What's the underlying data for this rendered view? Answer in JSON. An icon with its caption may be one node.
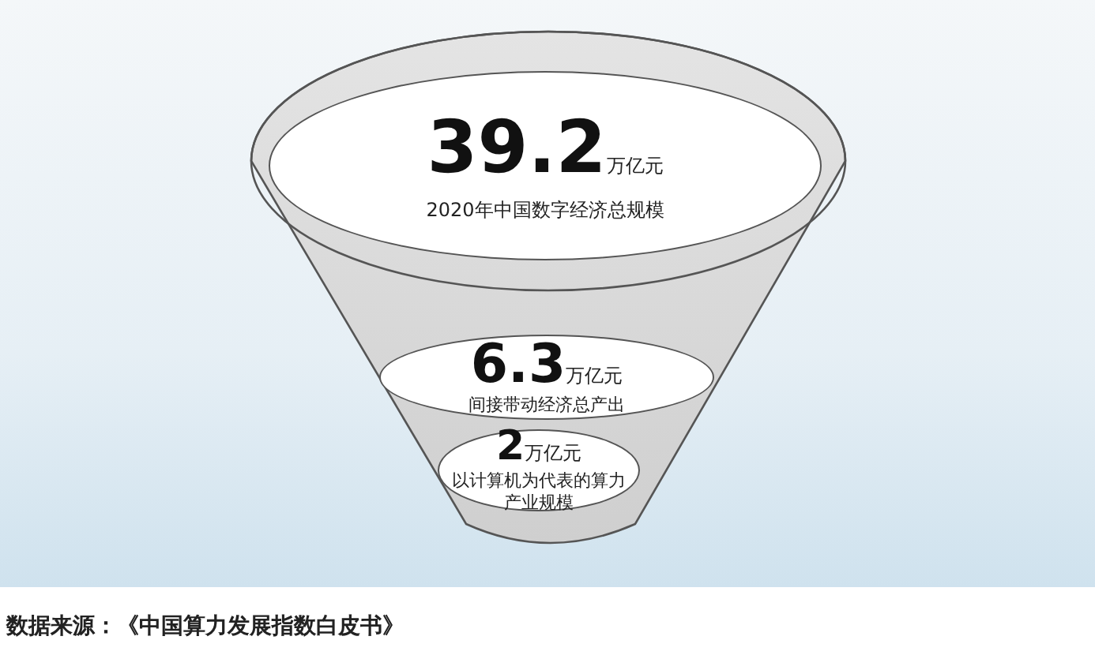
{
  "diagram": {
    "caption": "数据来源：《中国算力发展指数白皮书》",
    "nodes": [
      {
        "text": [],
        "shape": "funnel"
      },
      {
        "text": [
          "39.2",
          "万亿元",
          "2020年中国数字经济总规模"
        ],
        "in": 0
      },
      {
        "text": [
          "6.3",
          "万亿元",
          "间接带动经济总产出"
        ],
        "in": 0
      },
      {
        "text": [
          "2",
          "万亿元",
          "以计算机为代表的算力产业规模"
        ],
        "in": 0
      }
    ]
  }
}
